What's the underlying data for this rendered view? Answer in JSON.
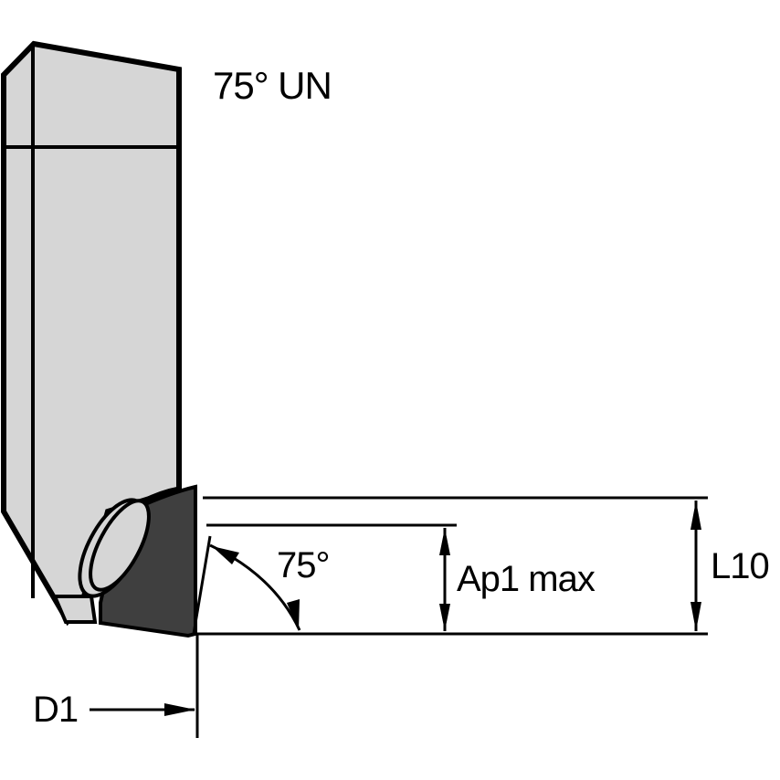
{
  "diagram": {
    "title": "75° UN",
    "labels": {
      "angle": "75°",
      "depth_of_cut": "Ap1 max",
      "length": "L10",
      "diameter": "D1"
    },
    "colors": {
      "body_fill": "#d6d6d6",
      "insert_fill": "#3f3f3f",
      "outline": "#000000",
      "background": "#ffffff"
    }
  }
}
